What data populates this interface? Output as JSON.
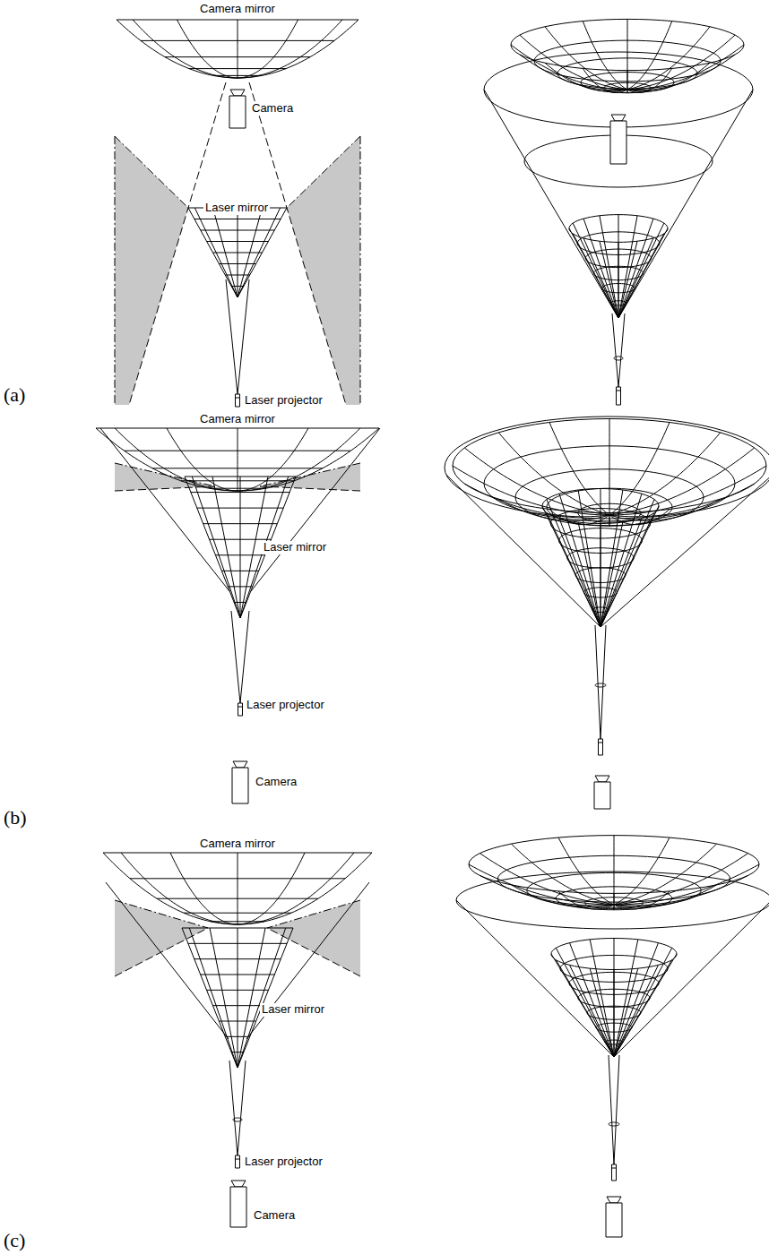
{
  "diagram": {
    "labels": [
      "Camera mirror",
      "Camera",
      "Laser mirror",
      "Laser projector",
      "(a)",
      "Camera mirror",
      "Laser mirror",
      "Laser projector",
      "Camera",
      "(b)",
      "Camera mirror",
      "Laser mirror",
      "Laser projector",
      "Camera",
      "(c)"
    ]
  }
}
